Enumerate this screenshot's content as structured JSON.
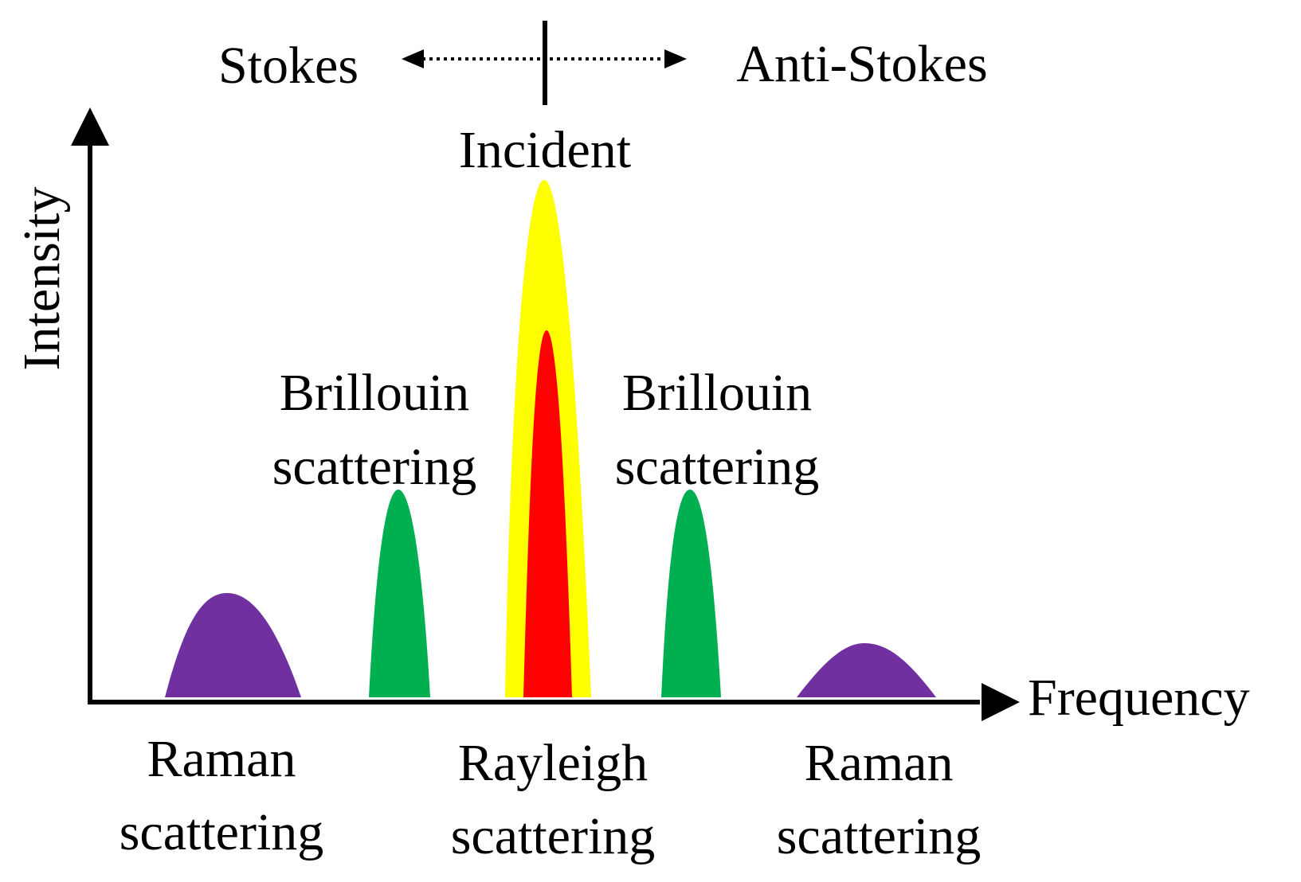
{
  "header": {
    "stokes": "Stokes",
    "anti_stokes": "Anti-Stokes"
  },
  "axes": {
    "x_label": "Frequency",
    "y_label": "Intensity"
  },
  "labels": {
    "incident": "Incident",
    "brillouin_left": [
      "Brillouin",
      "scattering"
    ],
    "brillouin_right": [
      "Brillouin",
      "scattering"
    ],
    "raman_left": [
      "Raman",
      "scattering"
    ],
    "rayleigh": [
      "Rayleigh",
      "scattering"
    ],
    "raman_right": [
      "Raman",
      "scattering"
    ]
  },
  "colors": {
    "incident": "#ffff00",
    "rayleigh": "#ff0000",
    "brillouin": "#00b050",
    "raman": "#7030a0",
    "axis": "#000000"
  }
}
